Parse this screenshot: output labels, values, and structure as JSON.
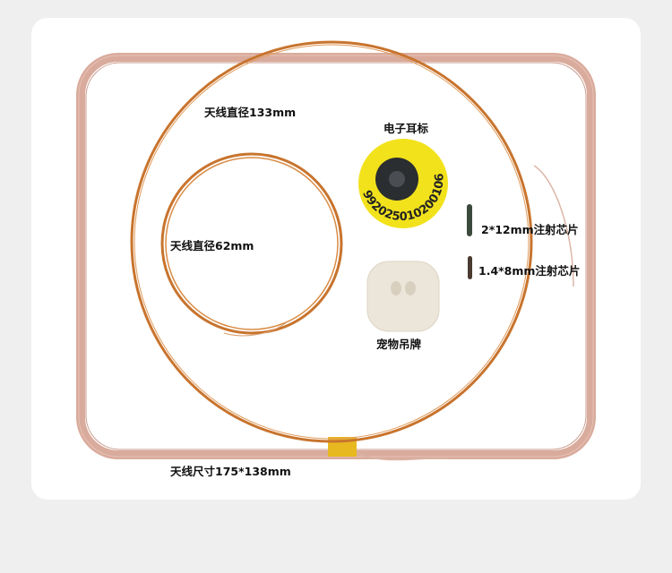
{
  "labels": {
    "antenna_133": "天线直径133mm",
    "antenna_62": "天线直径62mm",
    "ear_tag": "电子耳标",
    "chip_2x12": "2*12mm注射芯片",
    "chip_1_4x8": "1.4*8mm注射芯片",
    "pet_tag": "宠物吊牌",
    "antenna_rect": "天线尺寸175*138mm"
  },
  "ear_tag_number": "992025010200106",
  "colors": {
    "copper": "#c8742e",
    "coil_rect": "#d9ab9c",
    "ear_tag": "#f2e21c",
    "pet_tag": "#ece6da"
  }
}
